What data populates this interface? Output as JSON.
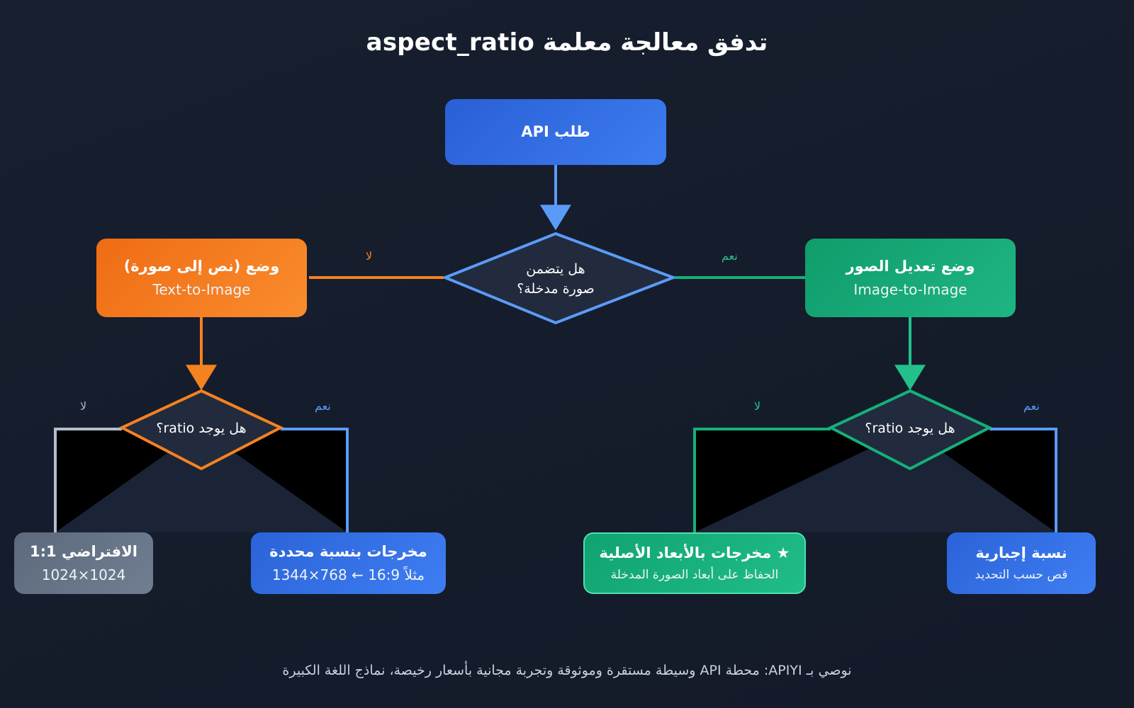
{
  "page": {
    "title": "تدفق معالجة معلمة aspect_ratio",
    "footer": "نوصي بـ APIYI: محطة API وسيطة مستقرة وموثوقة وتجربة مجانية بأسعار رخيصة، نماذج اللغة الكبيرة",
    "background": "#151d2e"
  },
  "colors": {
    "blue": "#2f6fe4",
    "blue_light": "#5b9bf8",
    "orange": "#f58220",
    "orange_light": "#fb9a3c",
    "green": "#14a06e",
    "green_light": "#23c08b",
    "gray": "#64748b",
    "gray_line": "#b4bdcc",
    "text": "#ffffff"
  },
  "nodes": {
    "api_request": {
      "title": "طلب API",
      "sub": ""
    },
    "decision_has_image": {
      "line1": "هل يتضمن",
      "line2": "صورة مدخلة؟"
    },
    "text_to_image": {
      "title": "وضع (نص إلى صورة)",
      "sub": "Text-to-Image"
    },
    "image_to_image": {
      "title": "وضع تعديل الصور",
      "sub": "Image-to-Image"
    },
    "decision_ratio_left": {
      "line1": "هل يوجد ratio؟"
    },
    "decision_ratio_right": {
      "line1": "هل يوجد ratio؟"
    },
    "default_square": {
      "title": "الافتراضي 1:1",
      "sub": "1024×1024"
    },
    "specified_ratio": {
      "title": "مخرجات بنسبة محددة",
      "sub": "مثلاً 16:9 ← 768×1344"
    },
    "native_dims": {
      "title": "★ مخرجات بالأبعاد الأصلية",
      "sub": "الحفاظ على أبعاد الصورة المدخلة"
    },
    "forced_ratio": {
      "title": "نسبة إجبارية",
      "sub": "قص حسب التحديد"
    }
  },
  "edge_labels": {
    "has_image_no": "لا",
    "has_image_yes": "نعم",
    "ratio_left_no": "لا",
    "ratio_left_yes": "نعم",
    "ratio_right_no": "لا",
    "ratio_right_yes": "نعم"
  },
  "icons": {
    "star": "star-icon",
    "arrow_down": "arrow-down-icon",
    "arrow_right": "arrow-right-icon"
  }
}
